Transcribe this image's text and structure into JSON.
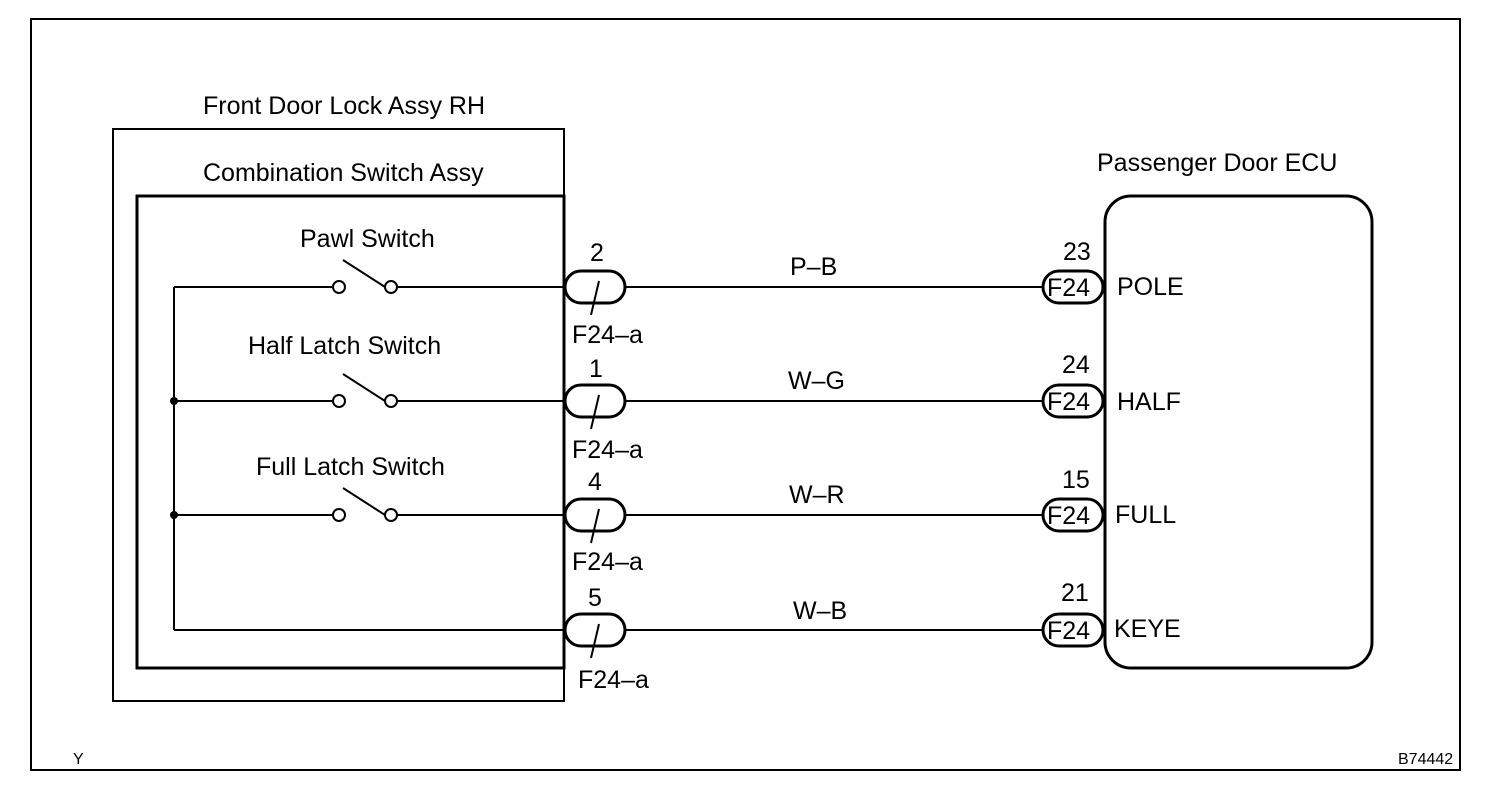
{
  "diagram": {
    "components": {
      "front_door_lock": "Front Door Lock Assy RH",
      "combination_switch": "Combination Switch Assy",
      "ecu": "Passenger Door ECU"
    },
    "switches": [
      "Pawl Switch",
      "Half Latch Switch",
      "Full Latch Switch"
    ],
    "circuits": [
      {
        "pin": "2",
        "connector": "F24–a",
        "wire": "P–B",
        "ecu_pin": "23",
        "ecu_connector": "F24",
        "terminal": "POLE"
      },
      {
        "pin": "1",
        "connector": "F24–a",
        "wire": "W–G",
        "ecu_pin": "24",
        "ecu_connector": "F24",
        "terminal": "HALF"
      },
      {
        "pin": "4",
        "connector": "F24–a",
        "wire": "W–R",
        "ecu_pin": "15",
        "ecu_connector": "F24",
        "terminal": "FULL"
      },
      {
        "pin": "5",
        "connector": "F24–a",
        "wire": "W–B",
        "ecu_pin": "21",
        "ecu_connector": "F24",
        "terminal": "KEYE"
      }
    ],
    "corner_left": "Y",
    "corner_right": "B74442"
  }
}
